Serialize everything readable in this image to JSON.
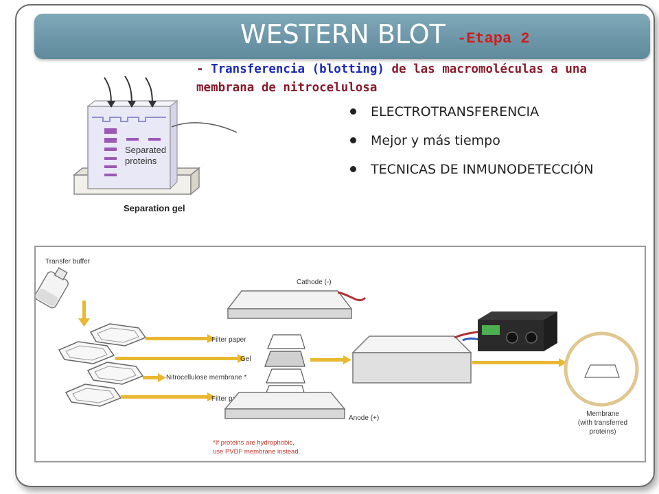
{
  "slide": {
    "title": "WESTERN BLOT",
    "stage": "-Etapa 2",
    "description": {
      "dash": "- ",
      "highlight": "Transferencia (blotting)",
      "rest_line1": " de las macromoléculas a una",
      "rest_line2": "membrana de nitrocelulosa"
    },
    "bullets": [
      "ELECTROTRANSFERENCIA",
      "Mejor y más tiempo",
      "TECNICAS DE INMUNODETECCIÓN"
    ]
  },
  "gel_figure": {
    "gel_label_line1": "Separated",
    "gel_label_line2": "proteins",
    "caption": "Separation gel"
  },
  "transfer_diagram": {
    "transfer_buffer": "Transfer buffer",
    "cathode": "Cathode (-)",
    "anode": "Anode (+)",
    "layers": [
      "Filter paper",
      "Gel",
      "Nitrocellulose membrane *",
      "Filter paper"
    ],
    "note_line1": "*If proteins are hydrophobic,",
    "note_line2": "use PVDF membrane instead.",
    "result_line1": "Membrane",
    "result_line2": "(with transferred",
    "result_line3": "proteins)"
  },
  "colors": {
    "title_bar": "#6b97a8",
    "stage_text": "#d01c1c",
    "description_text": "#8b1a2a",
    "highlight_text": "#1a2ab8",
    "gel_bands": "#9b59b6",
    "arrows": "#e8b830"
  }
}
